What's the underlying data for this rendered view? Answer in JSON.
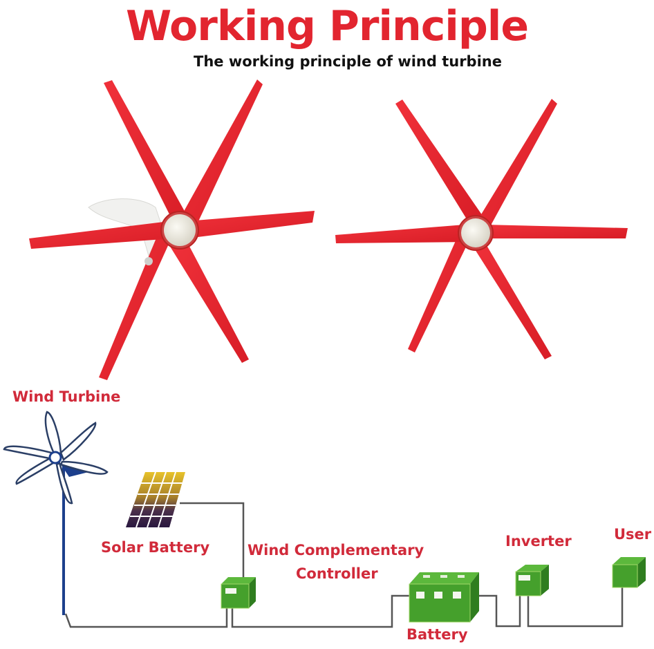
{
  "header": {
    "title": "Working Principle",
    "subtitle": "The working principle of wind turbine"
  },
  "product_images": [
    {
      "name": "turbine-rotor-left",
      "blades": 6,
      "blade_color": "#e8232c",
      "hub_color": "#ece8dc"
    },
    {
      "name": "turbine-rotor-right",
      "blades": 6,
      "blade_color": "#e8232c",
      "hub_color": "#ece8dc"
    }
  ],
  "diagram": {
    "labels": {
      "wind_turbine": "Wind Turbine",
      "solar_battery": "Solar Battery",
      "controller_line1": "Wind Complementary",
      "controller_line2": "Controller",
      "battery": "Battery",
      "inverter": "Inverter",
      "user": "User"
    },
    "flow": [
      "Wind Turbine",
      "Solar Battery",
      "Wind Complementary Controller",
      "Battery",
      "Inverter",
      "User"
    ],
    "colors": {
      "label": "#d12a3a",
      "component_green": "#3f9a2a",
      "wire": "#555555",
      "turbine_pole": "#1c3f8c"
    }
  }
}
